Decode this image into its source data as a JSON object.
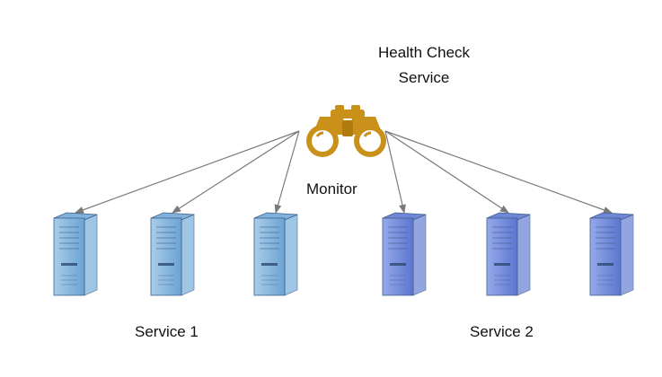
{
  "health_check_title": [
    "Health Check",
    "Service"
  ],
  "monitor": {
    "label": "Monitor",
    "icon": "binoculars-icon",
    "color": "#C9901A"
  },
  "service_groups": [
    {
      "label": "Service 1",
      "server_count": 3,
      "color": "#7FB2DB",
      "icon": "server-icon"
    },
    {
      "label": "Service 2",
      "server_count": 3,
      "color": "#6F87D6",
      "icon": "server-icon"
    }
  ],
  "connector_color": "#7a7a7a"
}
